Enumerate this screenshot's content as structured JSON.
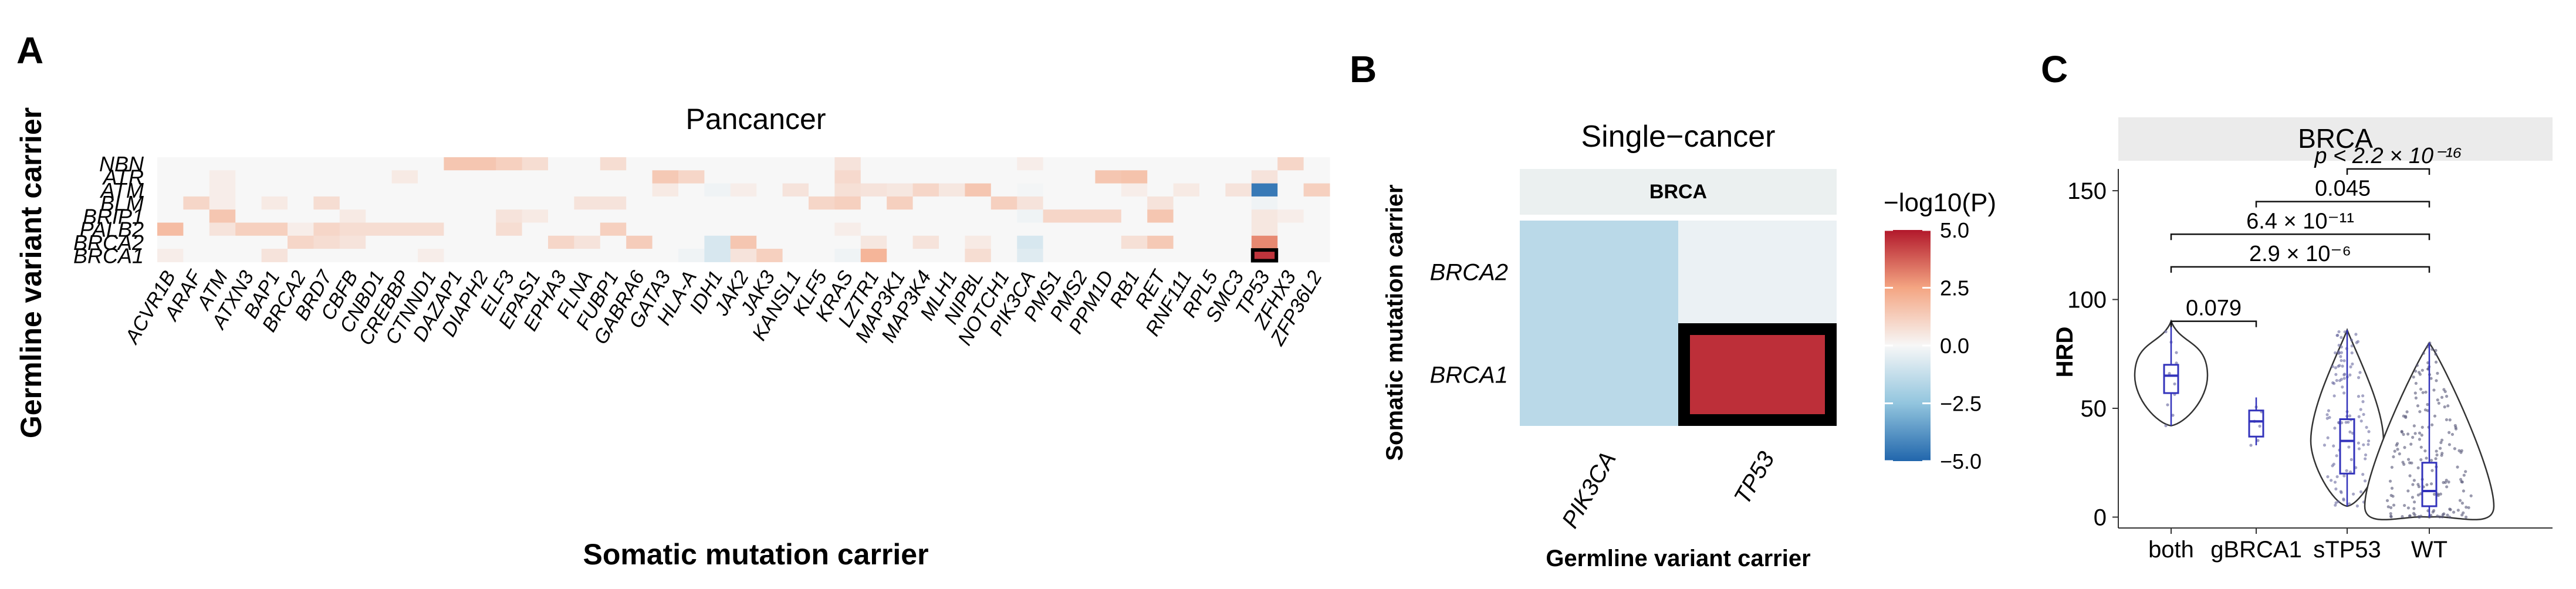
{
  "panels": {
    "a": "A",
    "b": "B",
    "c": "C"
  },
  "chart_data": [
    {
      "type": "heatmap",
      "title": "Pancancer",
      "xlabel": "Somatic mutation carrier",
      "ylabel": "Germline variant carrier",
      "x": [
        "ACVR1B",
        "ARAF",
        "ATM",
        "ATXN3",
        "BAP1",
        "BRCA2",
        "BRD7",
        "CBFB",
        "CNBD1",
        "CREBBP",
        "CTNND1",
        "DAZAP1",
        "DIAPH2",
        "ELF3",
        "EPAS1",
        "EPHA3",
        "FLNA",
        "FUBP1",
        "GABRA6",
        "GATA3",
        "HLA-A",
        "IDH1",
        "JAK2",
        "JAK3",
        "KANSL1",
        "KLF5",
        "KRAS",
        "LZTR1",
        "MAP3K1",
        "MAP3K4",
        "MLH1",
        "NIPBL",
        "NOTCH1",
        "PIK3CA",
        "PMS1",
        "PMS2",
        "PPM1D",
        "RB1",
        "RET",
        "RNF111",
        "RPL5",
        "SMC3",
        "TP53",
        "ZFHX3",
        "ZFP36L2"
      ],
      "y": [
        "NBN",
        "ATR",
        "ATM",
        "BLM",
        "BRIP1",
        "PALB2",
        "BRCA2",
        "BRCA1"
      ],
      "value_scale": [
        -5,
        5
      ],
      "values": [
        [
          0,
          0,
          0,
          0,
          0,
          0,
          0,
          0,
          0,
          0,
          0,
          1.5,
          1.5,
          1.2,
          0.8,
          0,
          0,
          0.8,
          0,
          0,
          0,
          0,
          0,
          0,
          0,
          0,
          0.6,
          0,
          0,
          0,
          0,
          0,
          0,
          0.3,
          0,
          0,
          0,
          0,
          0,
          0,
          0,
          0,
          0,
          1.0,
          0
        ],
        [
          0,
          0,
          0.3,
          0,
          0,
          0,
          0,
          0,
          0,
          0.4,
          0,
          0,
          0,
          0,
          0,
          0,
          0,
          0,
          0,
          1.4,
          1.0,
          0,
          0,
          0,
          0,
          0,
          0.9,
          0,
          0,
          0,
          0,
          0,
          0,
          0,
          0,
          0,
          1.5,
          1.6,
          0,
          0,
          0,
          0,
          0.6,
          0,
          0
        ],
        [
          0,
          0,
          0.3,
          0,
          0,
          0,
          0,
          0,
          0,
          0,
          0,
          0,
          0,
          0,
          0,
          0,
          0,
          0,
          0,
          0.4,
          0,
          -0.2,
          0.3,
          0,
          0.6,
          0,
          0.7,
          0.6,
          0.5,
          1.0,
          0.5,
          1.5,
          0,
          -0.1,
          0,
          0,
          0,
          0.3,
          0,
          0.4,
          0,
          0.6,
          -4.5,
          0,
          1.2
        ],
        [
          0,
          1.0,
          0.3,
          0,
          0.4,
          0,
          0.8,
          0,
          0,
          0,
          0,
          0,
          0,
          0,
          0,
          0,
          0.6,
          0.6,
          0,
          0,
          0,
          0,
          0,
          0,
          0,
          1.0,
          1.2,
          0,
          1.2,
          0,
          0,
          0,
          1.2,
          0.6,
          0,
          0,
          0,
          0,
          0.6,
          0,
          0,
          0,
          -0.2,
          0,
          0
        ],
        [
          0,
          0,
          1.5,
          0,
          0,
          0,
          0,
          0.4,
          0,
          0,
          0,
          0,
          0,
          0.6,
          0.4,
          0,
          0,
          0,
          0,
          0,
          0,
          0,
          0,
          0,
          0,
          0,
          0,
          0,
          0,
          0,
          0,
          0,
          0,
          -0.2,
          1.0,
          1.0,
          1.0,
          0,
          1.5,
          0,
          0,
          0,
          0.5,
          0.3,
          0
        ],
        [
          1.8,
          0,
          0.6,
          1.2,
          1.2,
          0.3,
          1.0,
          0.8,
          0.8,
          0.8,
          0.8,
          0,
          0,
          0.8,
          0,
          0,
          0,
          1.2,
          0,
          0,
          0,
          0,
          0,
          0,
          0,
          0,
          0.3,
          0,
          0,
          0,
          0,
          0,
          0,
          0,
          0,
          0,
          0,
          0,
          0,
          0,
          0,
          0,
          0.5,
          0,
          0
        ],
        [
          0,
          0,
          0,
          0,
          0,
          1.0,
          0.8,
          0.6,
          0,
          0,
          0,
          0,
          0,
          0,
          0,
          1.0,
          0.6,
          0,
          1.3,
          0,
          0,
          -0.8,
          1.5,
          0,
          0,
          0,
          0,
          0.5,
          0,
          0.6,
          0,
          0.4,
          0,
          -0.8,
          0,
          0,
          0,
          0.7,
          1.4,
          0,
          0,
          0,
          3.0,
          0,
          0
        ],
        [
          0.3,
          0,
          0,
          0,
          0.6,
          0,
          0,
          0,
          0,
          0,
          0.3,
          0,
          0,
          0,
          0,
          0,
          0,
          0,
          0,
          0,
          -0.2,
          -0.8,
          0.6,
          1.2,
          0,
          0,
          -0.2,
          2.0,
          0,
          0,
          0,
          0.8,
          0,
          -0.6,
          0,
          0,
          0,
          0,
          0,
          0,
          0,
          0,
          4.5,
          0,
          0
        ]
      ],
      "highlight": {
        "x": "TP53",
        "y": "BRCA1"
      }
    },
    {
      "type": "heatmap",
      "title": "Single−cancer",
      "facet": "BRCA",
      "xlabel": "Germline variant carrier",
      "ylabel": "Somatic mutation carrier",
      "x": [
        "PIK3CA",
        "TP53"
      ],
      "y": [
        "BRCA2",
        "BRCA1"
      ],
      "values": [
        [
          -1.5,
          -0.3
        ],
        [
          -1.5,
          4.6
        ]
      ],
      "highlight": {
        "x": "TP53",
        "y": "BRCA1"
      },
      "legend": {
        "title": "−log10(P)",
        "range": [
          -5,
          5
        ],
        "ticks": [
          "5.0",
          "2.5",
          "0.0",
          "−2.5",
          "−5.0"
        ],
        "tick_values": [
          5,
          2.5,
          0,
          -2.5,
          -5
        ],
        "colors": [
          "#b2182b",
          "#f4a582",
          "#f7f7f7",
          "#92c5de",
          "#2166ac"
        ]
      }
    },
    {
      "type": "violin",
      "facet": "BRCA",
      "ylabel": "HRD",
      "categories": [
        "both",
        "gBRCA1",
        "sTP53",
        "WT"
      ],
      "ylim": [
        -5,
        160
      ],
      "yticks": [
        "0",
        "50",
        "100",
        "150"
      ],
      "ytick_values": [
        0,
        50,
        100,
        150
      ],
      "distributions": [
        {
          "name": "both",
          "min": 42,
          "q1": 57,
          "median": 65,
          "q3": 70,
          "max": 90
        },
        {
          "name": "gBRCA1",
          "min": 33,
          "q1": 37,
          "median": 44,
          "q3": 49,
          "max": 55
        },
        {
          "name": "sTP53",
          "min": 5,
          "q1": 20,
          "median": 35,
          "q3": 45,
          "max": 86
        },
        {
          "name": "WT",
          "min": 0,
          "q1": 5,
          "median": 12,
          "q3": 25,
          "max": 80
        }
      ],
      "comparisons": [
        {
          "from": "both",
          "to": "gBRCA1",
          "y": 90,
          "label": "0.079"
        },
        {
          "from": "both",
          "to": "WT",
          "y": 115,
          "label": "2.9 × 10⁻⁶"
        },
        {
          "from": "both",
          "to": "WT",
          "y": 130,
          "label": "6.4 × 10⁻¹¹"
        },
        {
          "from": "gBRCA1",
          "to": "WT",
          "y": 145,
          "label": "0.045"
        },
        {
          "from": "sTP53",
          "to": "WT",
          "y": 160,
          "label": "p < 2.2 × 10⁻¹⁶"
        }
      ]
    }
  ]
}
